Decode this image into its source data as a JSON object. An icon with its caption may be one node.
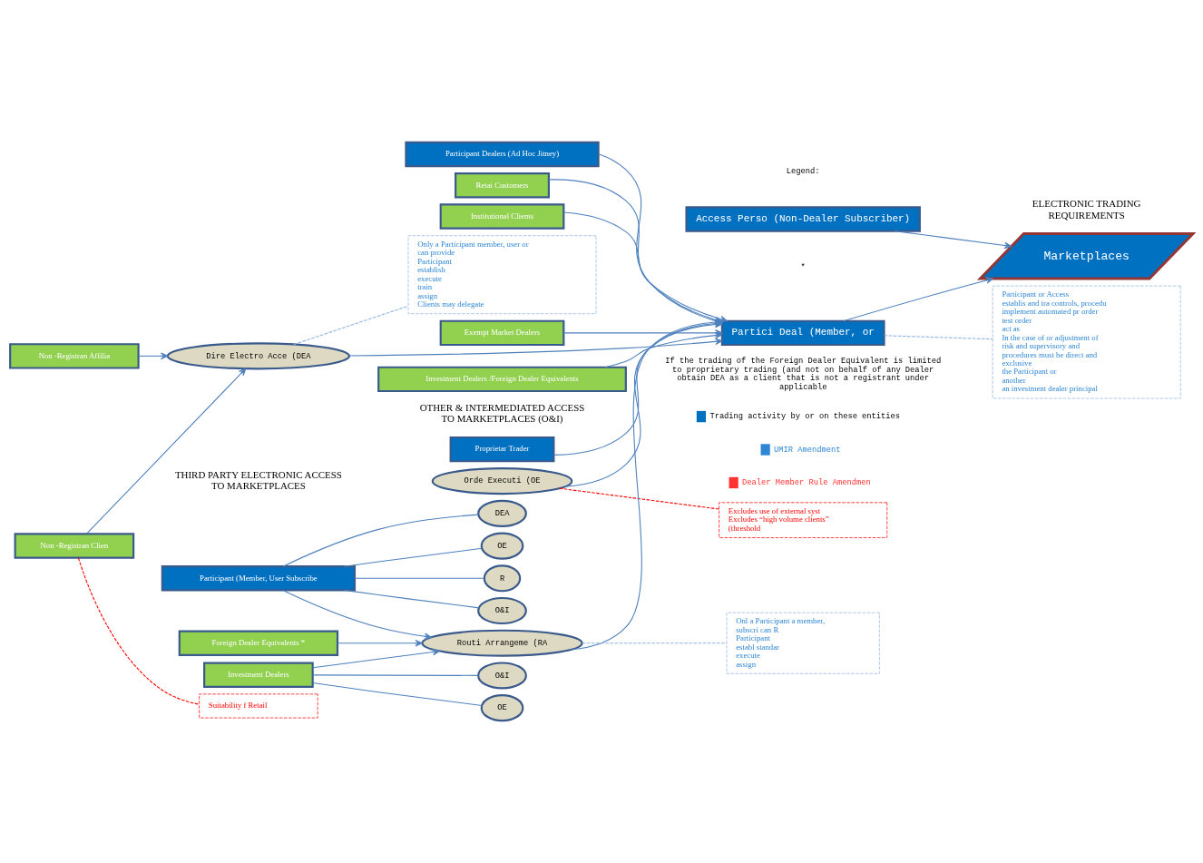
{
  "diagram": {
    "nodes": [
      {
        "text": [
          "Access Perso (Non-Dealer Subscriber)"
        ]
      },
      {
        "text": [
          "Marketplaces"
        ]
      },
      {
        "text": [
          "Proprietar Trader"
        ]
      },
      {
        "text": [
          "Retai Customers"
        ]
      },
      {
        "text": [
          "Institutional Clients"
        ]
      },
      {
        "text": [
          "Exempt Market Dealers"
        ]
      },
      {
        "text": [
          "Investment Dealers /Foreign Dealer Equivalents"
        ]
      },
      {
        "text": [
          "Participant Dealers (Ad Hoc Jitney)"
        ]
      },
      {
        "text": [
          "Partici Deal (Member, or"
        ]
      },
      {
        "text": [
          "Orde Executi (OE"
        ]
      },
      {
        "text": [
          "Dire Electro Acce (DEA"
        ]
      },
      {
        "text": [
          "Routi Arrangeme (RA"
        ]
      },
      {
        "text": [
          "Non -Registran Clien"
        ]
      },
      {
        "text": [
          "Non -Registran Affilia"
        ]
      },
      {
        "text": [
          "Participant (Member, User Subscribe"
        ]
      },
      {
        "text": [
          "Foreign Dealer Equivalents *"
        ]
      },
      {
        "text": [
          "Investment Dealers"
        ]
      },
      {
        "text": [
          "DEA"
        ]
      },
      {
        "text": [
          "OE"
        ]
      },
      {
        "text": [
          "R"
        ]
      },
      {
        "text": [
          "O&I"
        ]
      },
      {
        "text": [
          "OE"
        ]
      },
      {
        "text": [
          "O&I"
        ]
      },
      {
        "text": [
          "Excludes use of external syst",
          "Excludes “high volume clients” (threshold"
        ]
      },
      {
        "text": [
          "Suitability f Retail"
        ]
      },
      {
        "text": [
          "Only a Participant member, user or can provide",
          "Participant",
          "establish",
          "execute",
          "train",
          "assign",
          "Clients may delegate"
        ]
      },
      {
        "text": [
          "Participant or Access",
          "establis and tra controls, procedu",
          "implement automated pr order",
          "test order",
          "act as",
          "In the case of or adjustment of risk and supervisory and procedures must be direct and exclusive",
          "the Participant or",
          "another",
          "an investment dealer principal"
        ]
      },
      {
        "text": [
          "Onl a Participant a member, subscri can R",
          "Participant",
          "establ standar",
          "execute",
          "assign"
        ]
      }
    ],
    "edges": [
      {
        "from": 0,
        "to": 1,
        "arrow": "to"
      },
      {
        "from": 8,
        "to": 1,
        "arrow": "to"
      },
      {
        "from": 2,
        "to": 8,
        "arrow": "to"
      },
      {
        "from": 3,
        "to": 8,
        "arrow": "to"
      },
      {
        "from": 4,
        "to": 8,
        "arrow": "to"
      },
      {
        "from": 5,
        "to": 8,
        "arrow": "to"
      },
      {
        "from": 6,
        "to": 8,
        "arrow": "to"
      },
      {
        "from": 7,
        "to": 8,
        "arrow": "to"
      },
      {
        "from": 9,
        "to": 8,
        "arrow": "to"
      },
      {
        "from": 10,
        "to": 8,
        "arrow": "to"
      },
      {
        "from": 11,
        "to": 8,
        "arrow": "to"
      },
      {
        "from": 12,
        "to": 10,
        "arrow": "to"
      },
      {
        "from": 13,
        "to": 10,
        "arrow": "to"
      },
      {
        "from": 14,
        "to": 11,
        "arrow": "to"
      },
      {
        "from": 15,
        "to": 11,
        "arrow": "to"
      },
      {
        "from": 16,
        "to": 11,
        "arrow": "to"
      },
      {
        "from": 14,
        "to": 17,
        "arrow": "none"
      },
      {
        "from": 14,
        "to": 18,
        "arrow": "none"
      },
      {
        "from": 14,
        "to": 19,
        "arrow": "none"
      },
      {
        "from": 14,
        "to": 20,
        "arrow": "none"
      },
      {
        "from": 16,
        "to": 21,
        "arrow": "none"
      },
      {
        "from": 16,
        "to": 22,
        "arrow": "none"
      },
      {
        "from": 9,
        "to": 23,
        "arrow": "none",
        "style": "dashed",
        "color": "#ff0000"
      },
      {
        "from": 12,
        "to": 24,
        "arrow": "none",
        "style": "dashed",
        "color": "#ff0000"
      },
      {
        "from": 10,
        "to": 25,
        "arrow": "none",
        "style": "dashed",
        "color": "#8eb4e3"
      },
      {
        "from": 8,
        "to": 26,
        "arrow": "none",
        "style": "dashed",
        "color": "#8eb4e3"
      },
      {
        "from": 11,
        "to": 27,
        "arrow": "none",
        "style": "dashed",
        "color": "#8eb4e3"
      }
    ],
    "labels": [
      "OTHER & INTERMEDIATED ACCESS TO MARKETPLACES (O&I)",
      "ELECTRONIC TRADING REQUIREMENTS",
      "THIRD PARTY ELECTRONIC ACCESS TO MARKETPLACES",
      "Legend:",
      "*",
      "If the trading of the Foreign Dealer Equivalent is limited to proprietary trading (and not on behalf of any Dealer obtain DEA as a client that is not a registrant under applicable"
    ],
    "legend": [
      {
        "text": "Trading activity by or on these entities",
        "color": "#0070c0"
      },
      {
        "text": "UMIR Amendment",
        "color": "#2e86d4"
      },
      {
        "text": "Dealer Member Rule Amendmen",
        "color": "#ff3333"
      }
    ]
  }
}
